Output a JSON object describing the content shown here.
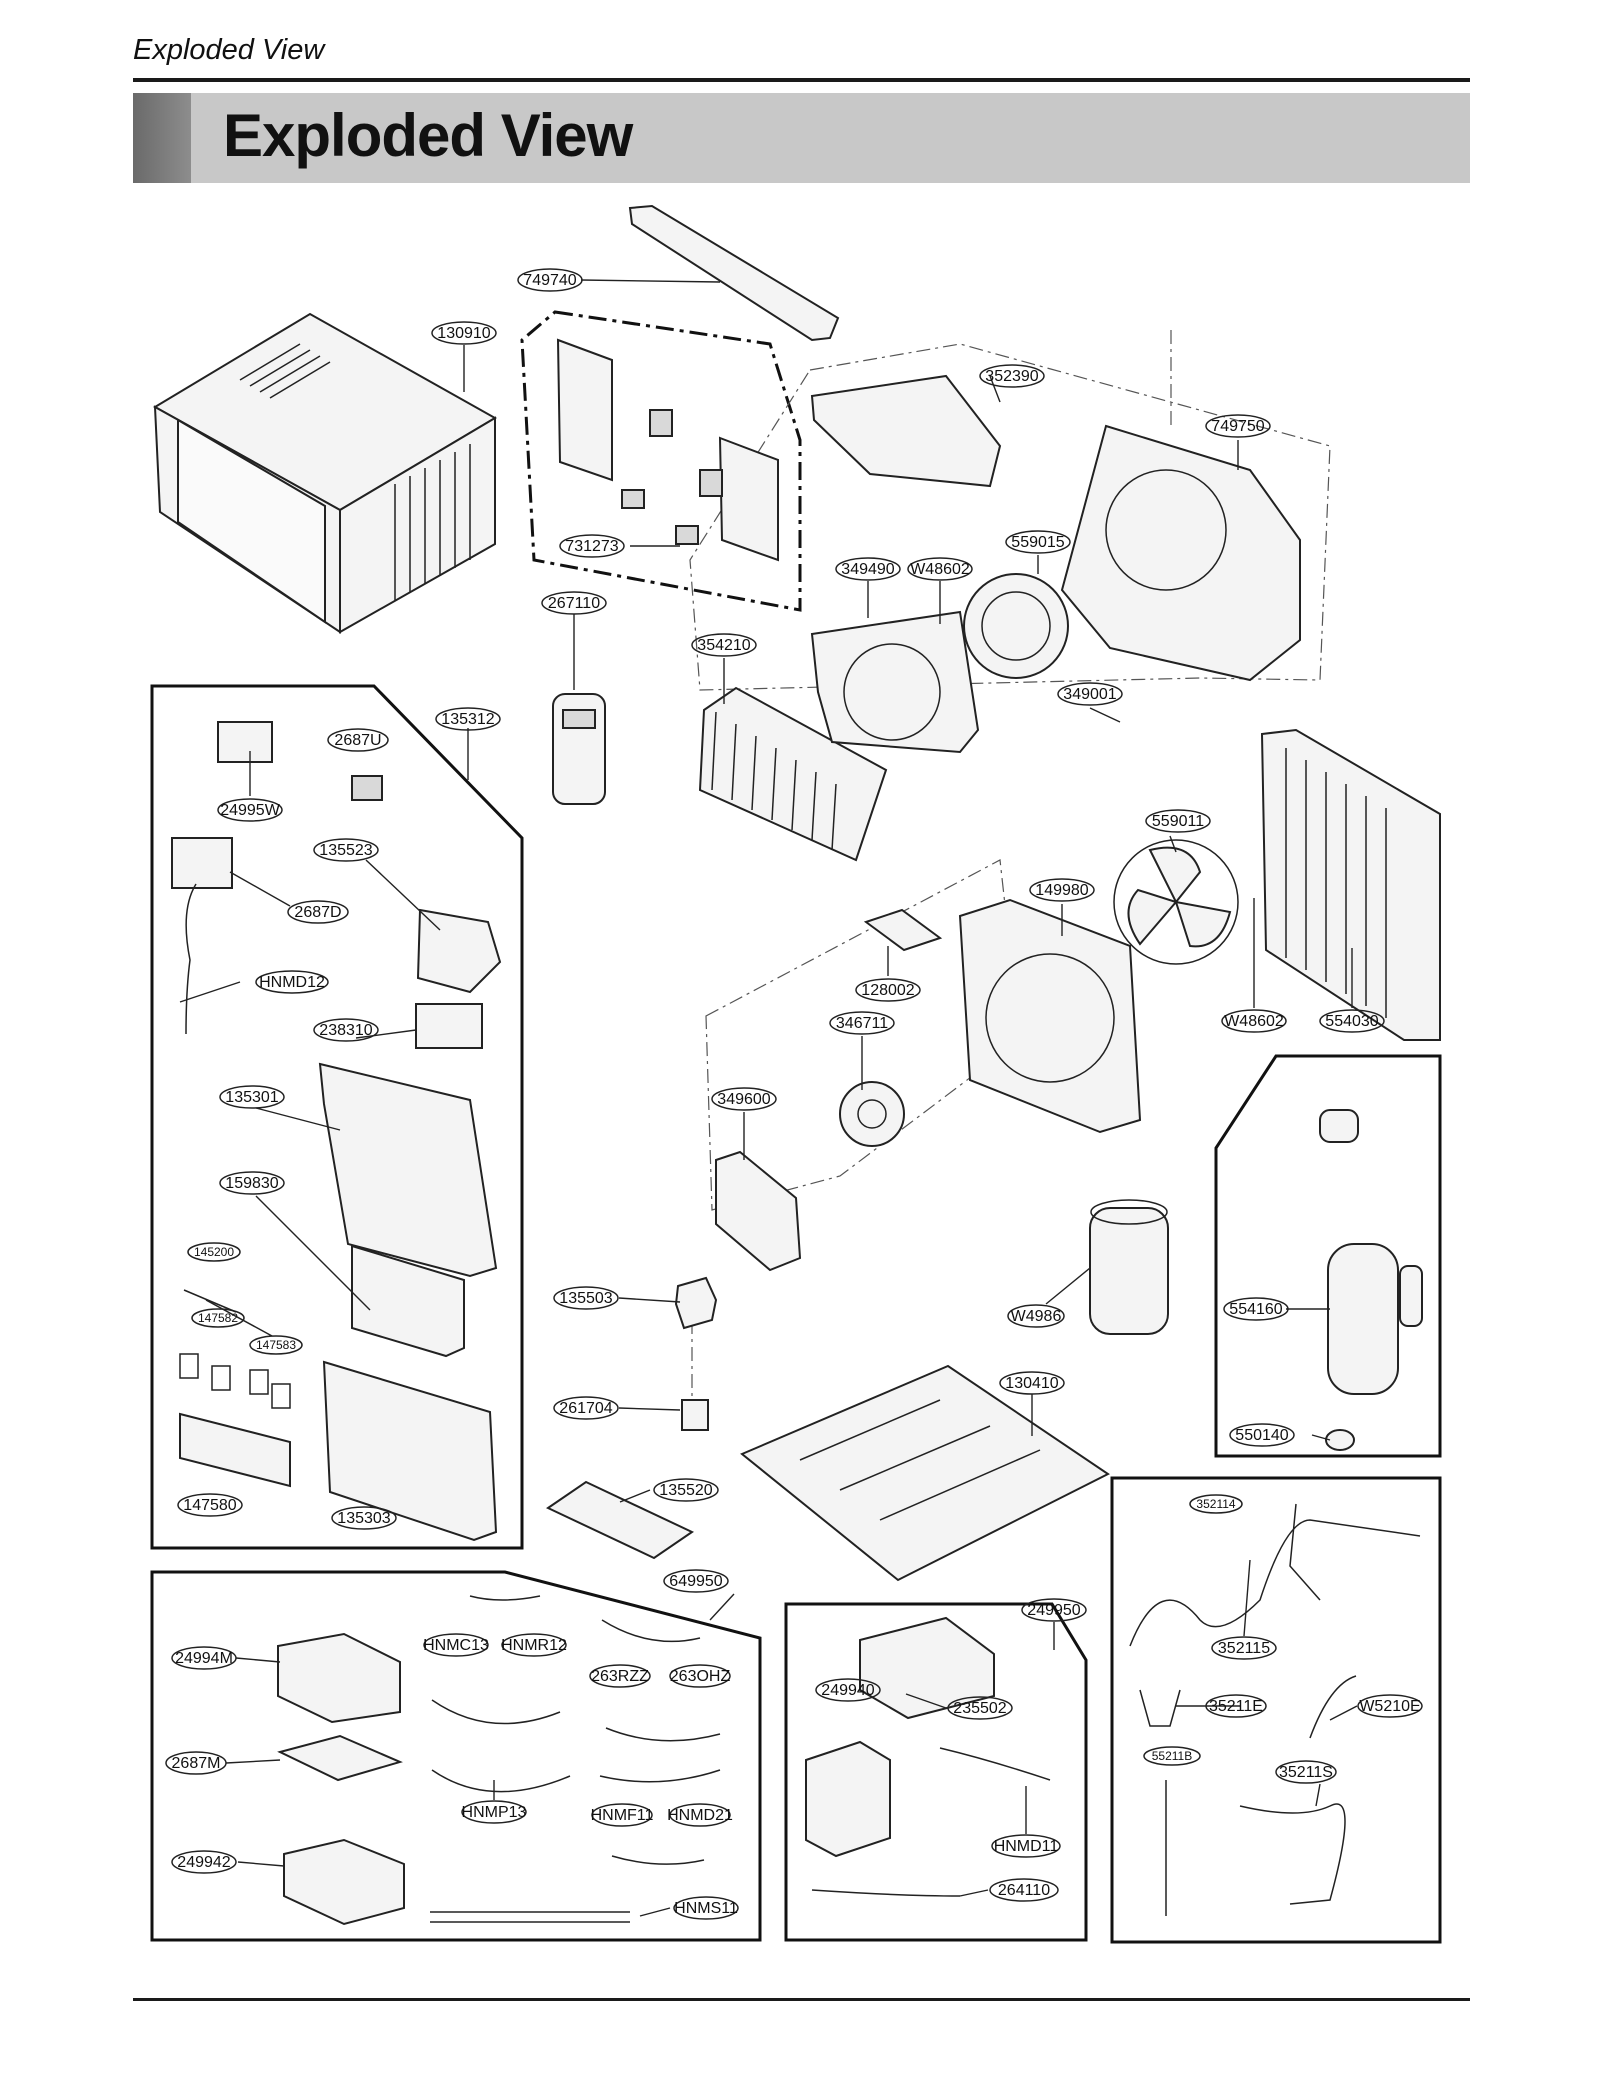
{
  "header": {
    "running_head": "Exploded View",
    "title": "Exploded View"
  },
  "labels": [
    {
      "id": "749740"
    },
    {
      "id": "130910"
    },
    {
      "id": "352390"
    },
    {
      "id": "749750"
    },
    {
      "id": "731273"
    },
    {
      "id": "349490"
    },
    {
      "id": "W48602"
    },
    {
      "id": "559015"
    },
    {
      "id": "267110"
    },
    {
      "id": "354210"
    },
    {
      "id": "349001"
    },
    {
      "id": "135312"
    },
    {
      "id": "2687U"
    },
    {
      "id": "24995W"
    },
    {
      "id": "135523"
    },
    {
      "id": "2687D"
    },
    {
      "id": "HNMD12"
    },
    {
      "id": "238310"
    },
    {
      "id": "135301"
    },
    {
      "id": "159830"
    },
    {
      "id": "145200"
    },
    {
      "id": "147582"
    },
    {
      "id": "147583"
    },
    {
      "id": "147580"
    },
    {
      "id": "135303"
    },
    {
      "id": "559011"
    },
    {
      "id": "149980"
    },
    {
      "id": "128002"
    },
    {
      "id": "346711"
    },
    {
      "id": "W48602"
    },
    {
      "id": "554030"
    },
    {
      "id": "349600"
    },
    {
      "id": "135503"
    },
    {
      "id": "W4986"
    },
    {
      "id": "554160"
    },
    {
      "id": "261704"
    },
    {
      "id": "130410"
    },
    {
      "id": "550140"
    },
    {
      "id": "135520"
    },
    {
      "id": "352114"
    },
    {
      "id": "649950"
    },
    {
      "id": "HNMC13"
    },
    {
      "id": "HNMR12"
    },
    {
      "id": "24994M"
    },
    {
      "id": "263RZZ"
    },
    {
      "id": "263OHZ"
    },
    {
      "id": "2687M"
    },
    {
      "id": "HNMP13"
    },
    {
      "id": "HNMF11"
    },
    {
      "id": "HNMD21"
    },
    {
      "id": "249942"
    },
    {
      "id": "HNMS11"
    },
    {
      "id": "249950"
    },
    {
      "id": "249940"
    },
    {
      "id": "235502"
    },
    {
      "id": "HNMD11"
    },
    {
      "id": "264110"
    },
    {
      "id": "352115"
    },
    {
      "id": "35211E"
    },
    {
      "id": "W5210E"
    },
    {
      "id": "55211B"
    },
    {
      "id": "35211S"
    }
  ]
}
